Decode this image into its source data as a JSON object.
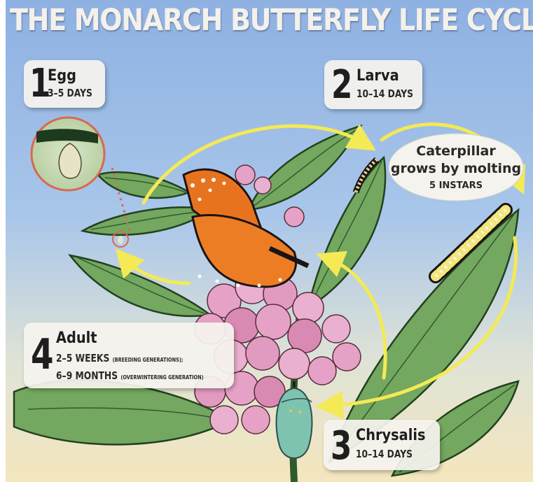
{
  "title": "THE MONARCH BUTTERFLY LIFE CYCLE",
  "stages": {
    "egg": {
      "number": "1",
      "name": "Egg",
      "duration": "3–5 DAYS"
    },
    "larva": {
      "number": "2",
      "name": "Larva",
      "duration": "10–14 DAYS"
    },
    "chrysalis": {
      "number": "3",
      "name": "Chrysalis",
      "duration": "10–14 DAYS"
    },
    "adult": {
      "number": "4",
      "name": "Adult",
      "duration_line1_main": "2–5 WEEKS",
      "duration_line1_note": "(BREEDING GENERATIONS);",
      "duration_line2_main": "6–9 MONTHS",
      "duration_line2_note": "(OVERWINTERING GENERATION)"
    }
  },
  "callout": {
    "line1": "Caterpillar",
    "line2": "grows by molting",
    "line3": "5 INSTARS"
  },
  "colors": {
    "sky_top": "#8fb3e3",
    "sky_bottom": "#f3e7c2",
    "leaf": "#73a860",
    "leaf_dark": "#2f5a2e",
    "flower": "#e7a3c9",
    "wing_orange": "#e8731f",
    "arrow_yellow": "#f3ea55",
    "chrysalis": "#7ec3b0",
    "card_bg": "#f5f3ee"
  }
}
